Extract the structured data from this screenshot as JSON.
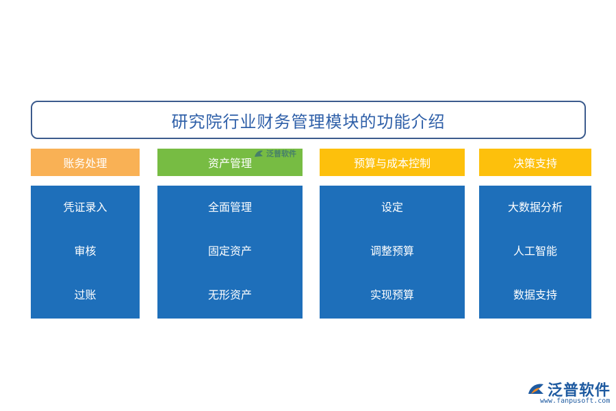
{
  "title": "研究院行业财务管理模块的功能介绍",
  "colors": {
    "title_border": "#3a5a8c",
    "title_text": "#2e5fa8",
    "body_blue": "#1e6fba"
  },
  "columns": [
    {
      "header": "账务处理",
      "header_color": "#f9b155",
      "items": [
        "凭证录入",
        "审核",
        "过账"
      ]
    },
    {
      "header": "资产管理",
      "header_color": "#77bc43",
      "items": [
        "全面管理",
        "固定资产",
        "无形资产"
      ]
    },
    {
      "header": "预算与成本控制",
      "header_color": "#fdc00c",
      "items": [
        "设定",
        "调整预算",
        "实现预算"
      ]
    },
    {
      "header": "决策支持",
      "header_color": "#fdc00c",
      "items": [
        "大数据分析",
        "人工智能",
        "数据支持"
      ]
    }
  ],
  "watermark": {
    "text": "泛普软件"
  },
  "logo": {
    "text": "泛普软件",
    "url": "www.fanpusoft.com",
    "icon": "fanpu-logo-icon"
  }
}
